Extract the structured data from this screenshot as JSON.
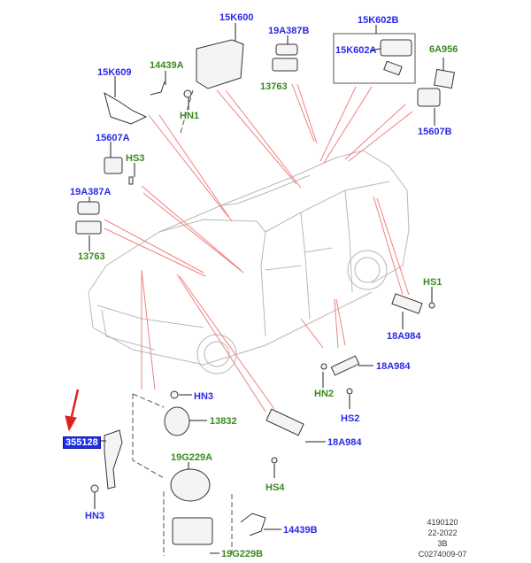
{
  "diagram": {
    "title": "Vehicle alarm / sensor components",
    "colors": {
      "part_label_blue": "#2a2ae6",
      "fastener_label_green": "#3a8a1e",
      "leader_red": "#f08080",
      "highlight_box": "#1e2ee8",
      "arrow_red": "#e02020"
    },
    "labels": [
      {
        "id": "15K600",
        "text": "15K600",
        "color": "blue"
      },
      {
        "id": "15K609",
        "text": "15K609",
        "color": "blue"
      },
      {
        "id": "14439A",
        "text": "14439A",
        "color": "green"
      },
      {
        "id": "HN1",
        "text": "HN1",
        "color": "green"
      },
      {
        "id": "19A387B",
        "text": "19A387B",
        "color": "blue"
      },
      {
        "id": "13763-top",
        "text": "13763",
        "color": "green"
      },
      {
        "id": "15K602B",
        "text": "15K602B",
        "color": "blue"
      },
      {
        "id": "15K602A",
        "text": "15K602A",
        "color": "blue"
      },
      {
        "id": "6A956",
        "text": "6A956",
        "color": "green"
      },
      {
        "id": "15607B",
        "text": "15607B",
        "color": "blue"
      },
      {
        "id": "15607A",
        "text": "15607A",
        "color": "blue"
      },
      {
        "id": "HS3",
        "text": "HS3",
        "color": "green"
      },
      {
        "id": "19A387A",
        "text": "19A387A",
        "color": "blue"
      },
      {
        "id": "13763-left",
        "text": "13763",
        "color": "green"
      },
      {
        "id": "HS1",
        "text": "HS1",
        "color": "green"
      },
      {
        "id": "18A984-right",
        "text": "18A984",
        "color": "blue"
      },
      {
        "id": "18A984-mid",
        "text": "18A984",
        "color": "blue"
      },
      {
        "id": "HN2",
        "text": "HN2",
        "color": "green"
      },
      {
        "id": "HS2",
        "text": "HS2",
        "color": "blue"
      },
      {
        "id": "HN3-top",
        "text": "HN3",
        "color": "blue"
      },
      {
        "id": "13832",
        "text": "13832",
        "color": "green"
      },
      {
        "id": "355128",
        "text": "355128",
        "color": "highlight"
      },
      {
        "id": "18A984-low",
        "text": "18A984",
        "color": "blue"
      },
      {
        "id": "19G229A",
        "text": "19G229A",
        "color": "green"
      },
      {
        "id": "HS4",
        "text": "HS4",
        "color": "green"
      },
      {
        "id": "HN3-bottom",
        "text": "HN3",
        "color": "blue"
      },
      {
        "id": "14439B",
        "text": "14439B",
        "color": "blue"
      },
      {
        "id": "19G229B",
        "text": "19G229B",
        "color": "green"
      }
    ],
    "footer": [
      "4190120",
      "22-2022",
      "3B",
      "C0274009-07"
    ]
  }
}
